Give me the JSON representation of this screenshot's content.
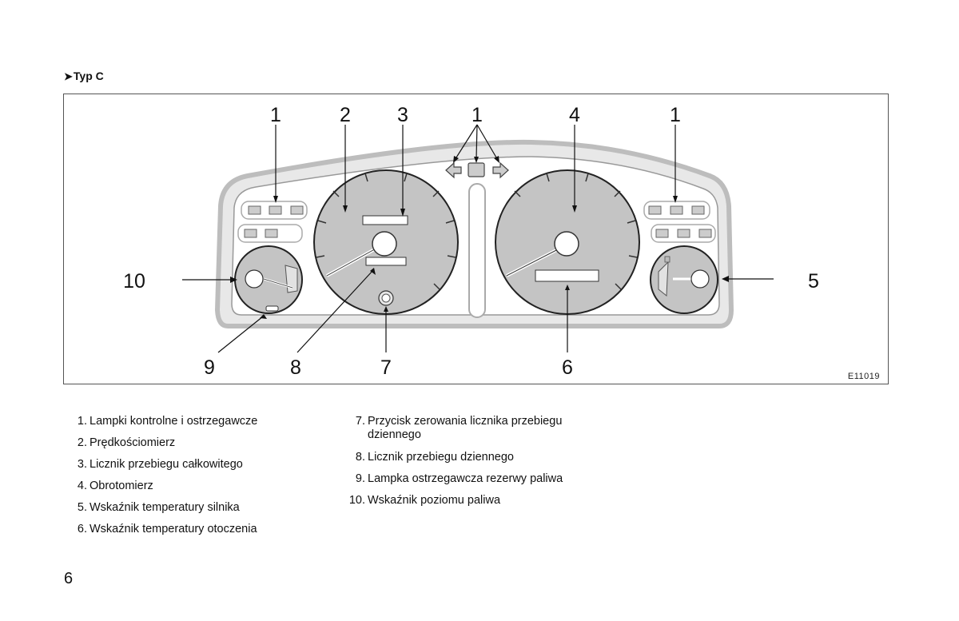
{
  "section": {
    "arrow": "➤",
    "title": "Typ C"
  },
  "figure": {
    "code": "E11019",
    "callouts": {
      "c1_left": "1",
      "c2": "2",
      "c3": "3",
      "c1_mid": "1",
      "c4": "4",
      "c1_right": "1",
      "c10": "10",
      "c5": "5",
      "c9": "9",
      "c8": "8",
      "c7": "7",
      "c6": "6"
    }
  },
  "legend": {
    "left": [
      {
        "num": "1.",
        "text": "Lampki kontrolne i ostrzegawcze"
      },
      {
        "num": "2.",
        "text": "Prędkościomierz"
      },
      {
        "num": "3.",
        "text": "Licznik przebiegu całkowitego"
      },
      {
        "num": "4.",
        "text": "Obrotomierz"
      },
      {
        "num": "5.",
        "text": "Wskaźnik temperatury silnika"
      },
      {
        "num": "6.",
        "text": "Wskaźnik temperatury otoczenia"
      }
    ],
    "right": [
      {
        "num": "7.",
        "text": "Przycisk zerowania licznika przebiegu",
        "text2": "dziennego"
      },
      {
        "num": "8.",
        "text": "Licznik przebiegu dziennego"
      },
      {
        "num": "9.",
        "text": "Lampka ostrzegawcza rezerwy paliwa"
      },
      {
        "num": "10.",
        "text": "Wskaźnik poziomu paliwa"
      }
    ]
  },
  "page_number": "6"
}
